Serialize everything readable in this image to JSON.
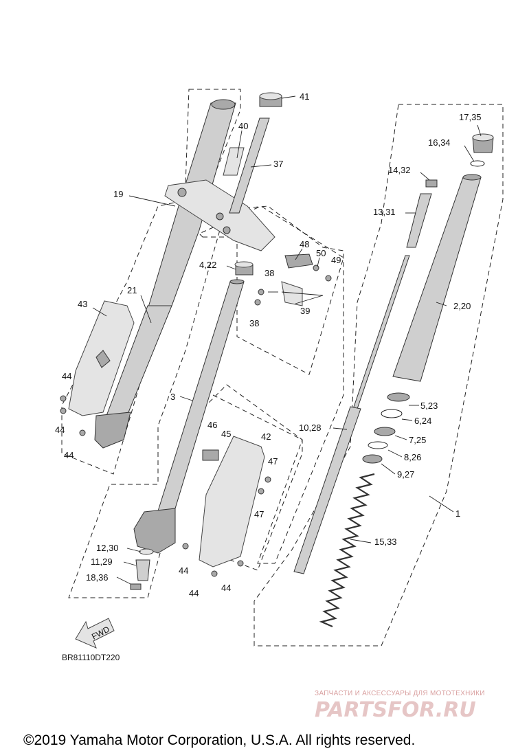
{
  "diagram": {
    "part_labels": [
      "41",
      "40",
      "37",
      "19",
      "17,35",
      "16,34",
      "14,32",
      "13,31",
      "48",
      "50",
      "49",
      "4,22",
      "38",
      "39",
      "38",
      "21",
      "43",
      "2,20",
      "44",
      "44",
      "44",
      "3",
      "5,23",
      "6,24",
      "7,25",
      "10,28",
      "46",
      "45",
      "42",
      "8,26",
      "47",
      "9,27",
      "47",
      "1",
      "15,33",
      "12,30",
      "11,29",
      "18,36",
      "44",
      "44",
      "44"
    ],
    "fwd_label": "FWD",
    "diagram_code": "BR81110DT220",
    "watermark": {
      "tagline": "ЗАПЧАСТИ И АКСЕССУАРЫ ДЛЯ МОТОТЕХНИКИ",
      "logo_text": "PARTSFOR.RU"
    },
    "copyright": "©2019 Yamaha Motor Corporation, U.S.A. All rights reserved."
  }
}
